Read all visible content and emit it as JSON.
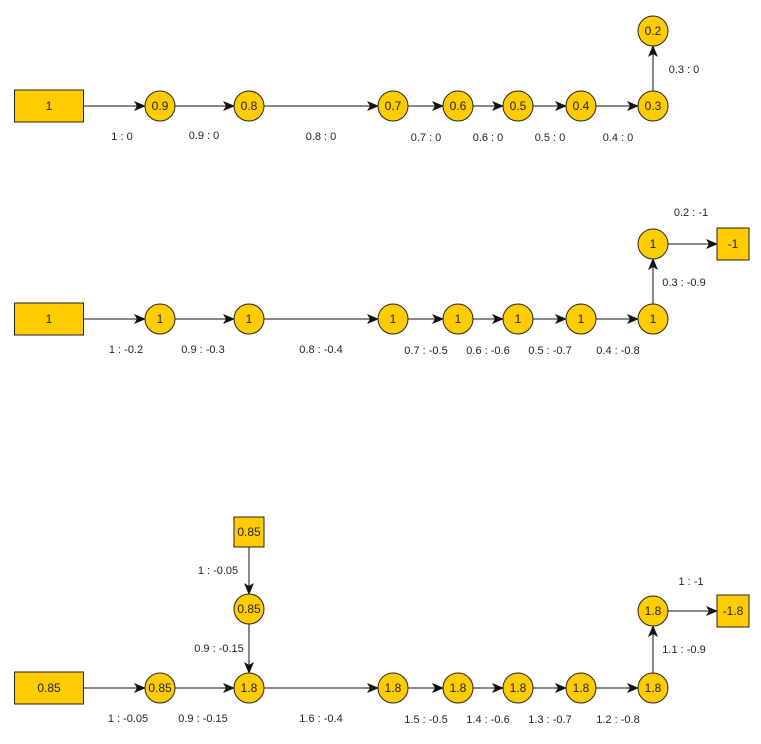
{
  "diagrams": [
    {
      "nodes": [
        "1",
        "0.9",
        "0.8",
        "0.7",
        "0.6",
        "0.5",
        "0.4",
        "0.3",
        "0.2"
      ],
      "edge_labels": [
        "1 : 0",
        "0.9 : 0",
        "0.8 : 0",
        "0.7 : 0",
        "0.6 : 0",
        "0.5 : 0",
        "0.4 : 0",
        "0.3 : 0"
      ]
    },
    {
      "nodes": [
        "1",
        "1",
        "1",
        "1",
        "1",
        "1",
        "1",
        "1",
        "1",
        "-1"
      ],
      "edge_labels": [
        "1 : -0.2",
        "0.9 : -0.3",
        "0.8 : -0.4",
        "0.7 : -0.5",
        "0.6 : -0.6",
        "0.5 : -0.7",
        "0.4 : -0.8",
        "0.3 : -0.9",
        "0.2 : -1"
      ]
    },
    {
      "nodes": [
        "0.85",
        "0.85",
        "1.8",
        "1.8",
        "1.8",
        "1.8",
        "1.8",
        "1.8",
        "1.8",
        "-1.8",
        "0.85",
        "0.85"
      ],
      "edge_labels": [
        "1 : -0.05",
        "0.9 : -0.15",
        "1.6 : -0.4",
        "1.5 : -0.5",
        "1.4 : -0.6",
        "1.3 : -0.7",
        "1.2 : -0.8",
        "1.1 : -0.9",
        "1 : -1",
        "1 : -0.05",
        "0.9 : -0.15"
      ]
    }
  ]
}
